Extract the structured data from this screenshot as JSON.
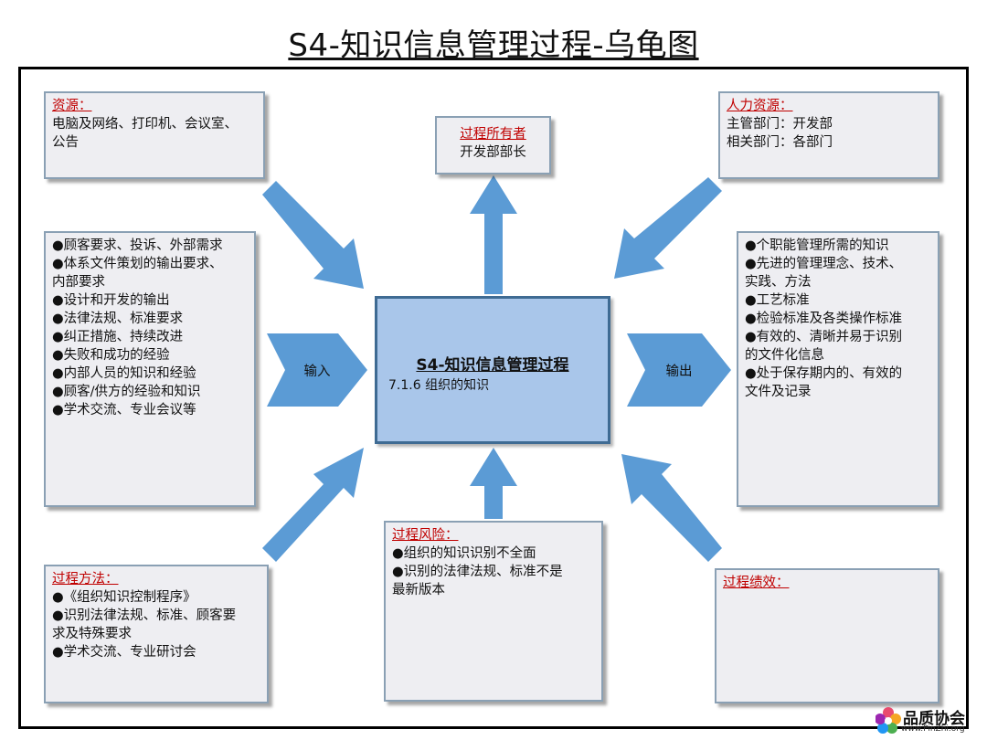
{
  "title": "S4-知识信息管理过程-乌龟图",
  "center": {
    "title": "S4-知识信息管理过程",
    "subtitle": "7.1.6 组织的知识"
  },
  "resources": {
    "heading": "资源：",
    "lines": [
      "电脑及网络、打印机、会议室、",
      "公告"
    ]
  },
  "owner": {
    "heading": "过程所有者",
    "lines": [
      "开发部部长"
    ]
  },
  "hr": {
    "heading": "人力资源：",
    "lines": [
      "主管部门：开发部",
      "相关部门：各部门"
    ]
  },
  "inputs": {
    "lines": [
      "●顾客要求、投诉、外部需求",
      "●体系文件策划的输出要求、",
      "内部要求",
      "●设计和开发的输出",
      "●法律法规、标准要求",
      "●纠正措施、持续改进",
      "●失败和成功的经验",
      "●内部人员的知识和经验",
      "●顾客/供方的经验和知识",
      "●学术交流、专业会议等"
    ]
  },
  "outputs": {
    "lines": [
      "●个职能管理所需的知识",
      "●先进的管理理念、技术、",
      "实践、方法",
      "●工艺标准",
      "●检验标准及各类操作标准",
      "●有效的、清晰并易于识别",
      "的文件化信息",
      "●处于保存期内的、有效的",
      "文件及记录"
    ]
  },
  "input_arrow_label": "输入",
  "output_arrow_label": "输出",
  "methods": {
    "heading": "过程方法：",
    "lines": [
      "●《组织知识控制程序》",
      "●识别法律法规、标准、顾客要",
      "求及特殊要求",
      "●学术交流、专业研讨会"
    ]
  },
  "risks": {
    "heading": "过程风险：",
    "lines": [
      "●组织的知识识别不全面",
      "●识别的法律法规、标准不是",
      "最新版本"
    ]
  },
  "performance": {
    "heading": "过程绩效：",
    "lines": []
  },
  "logo": {
    "text": "品质协会",
    "url": "www.PinZhi.org"
  },
  "colors": {
    "arrow": "#5b9bd5",
    "center_fill": "#a9c6ea",
    "heading": "#c00000",
    "box_fill": "#eeeef2"
  }
}
